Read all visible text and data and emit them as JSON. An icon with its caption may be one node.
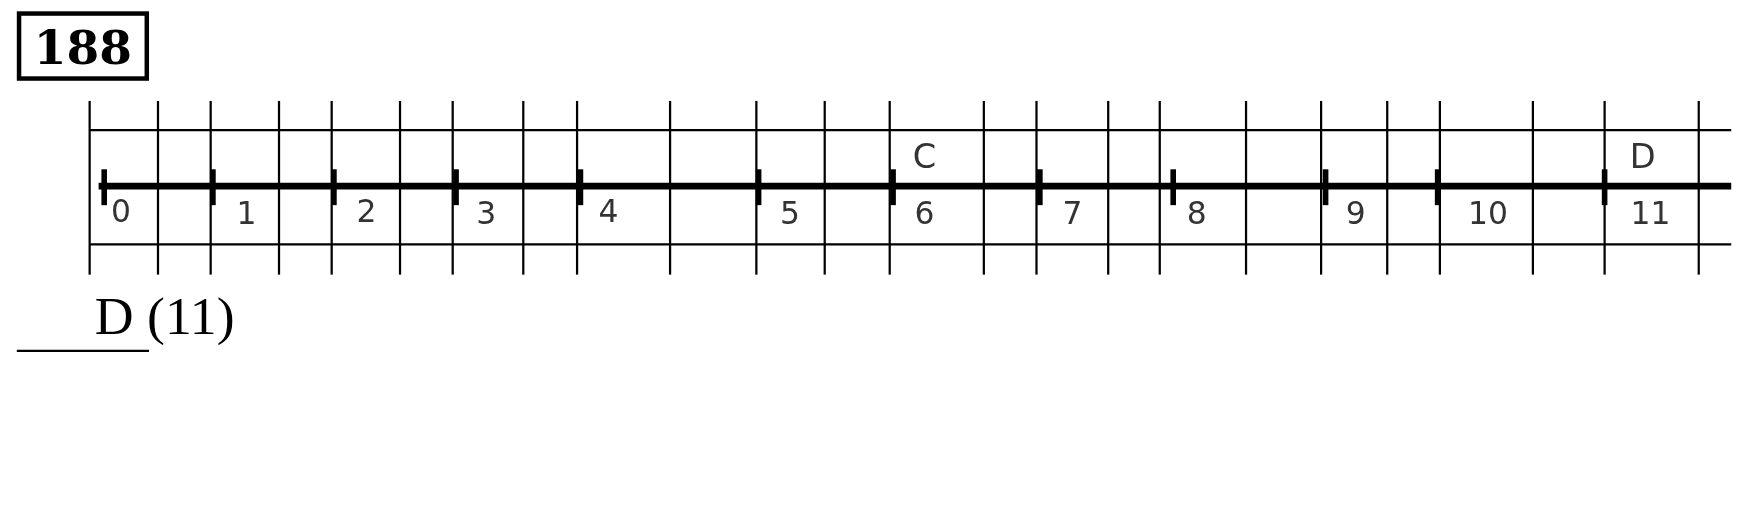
{
  "diagram": {
    "title": "188",
    "labels": [
      "C",
      "D",
      "0",
      "1",
      "2",
      "3",
      "4",
      "5",
      "6",
      "7",
      "8",
      "9",
      "10",
      "11",
      "D (11)"
    ]
  }
}
